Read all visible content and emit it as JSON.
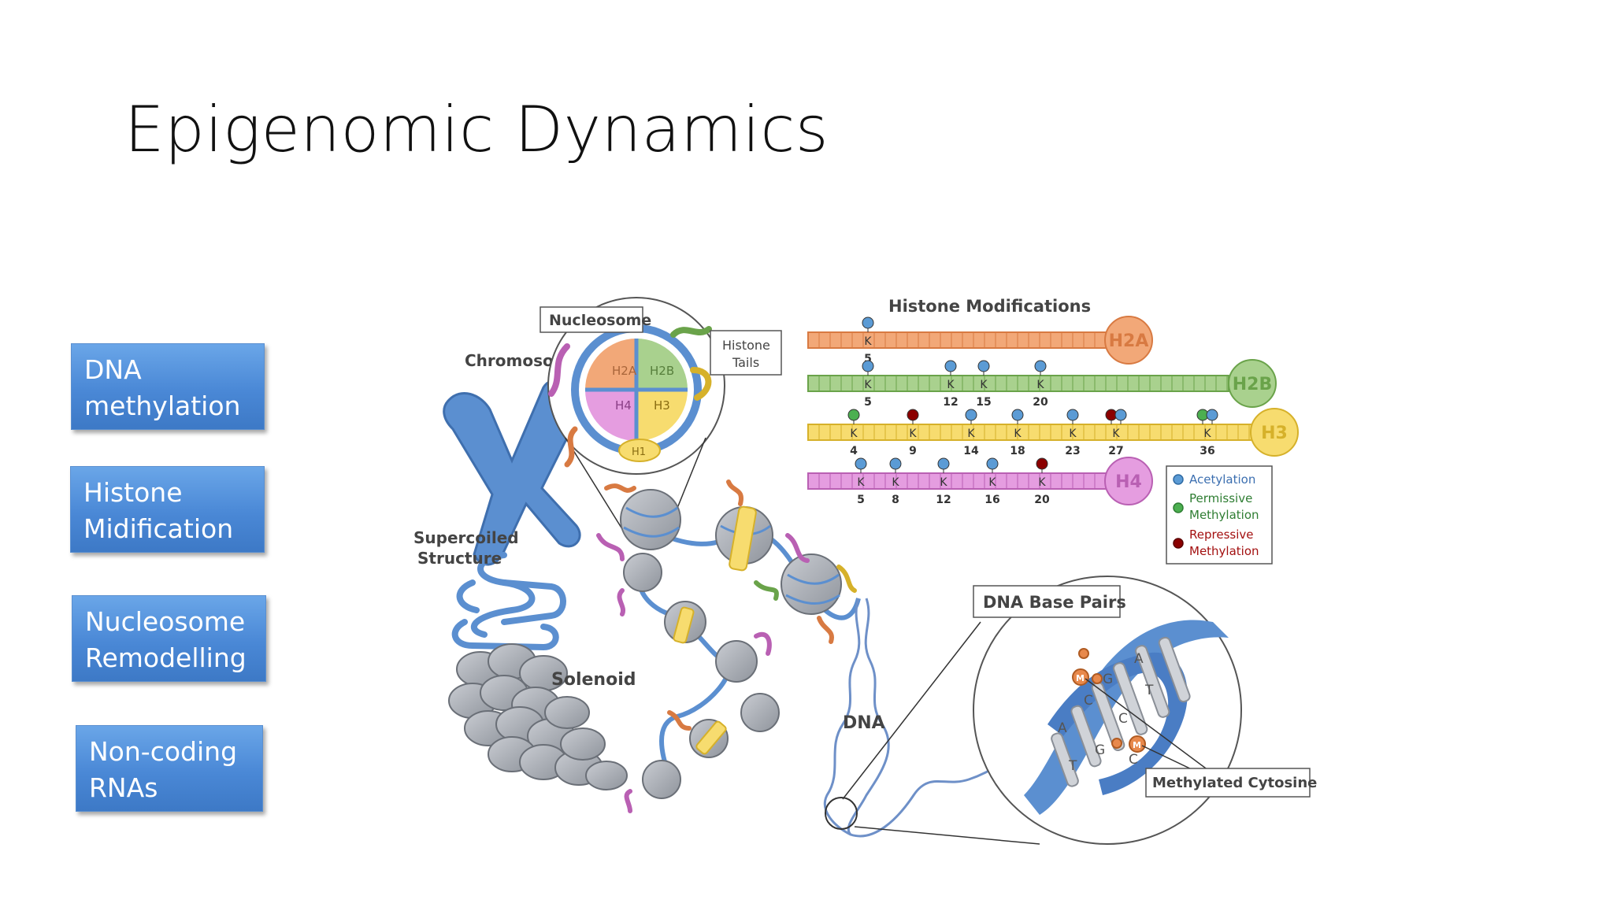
{
  "slide": {
    "title": "Epigenomic Dynamics",
    "accent_color": "#4a88d6"
  },
  "sidebar": {
    "items": [
      {
        "line1": "DNA",
        "line2": "methylation"
      },
      {
        "line1": "Histone",
        "line2": "Midification"
      },
      {
        "line1": "Nucleosome",
        "line2": "Remodelling"
      },
      {
        "line1": "Non-coding",
        "line2": "RNAs"
      }
    ]
  },
  "diagram": {
    "labels": {
      "chromosome": "Chromosome",
      "supercoiled_line1": "Supercoiled",
      "supercoiled_line2": "Structure",
      "solenoid": "Solenoid",
      "dna": "DNA",
      "nucleosome": "Nucleosome",
      "histone_tails_line1": "Histone",
      "histone_tails_line2": "Tails",
      "dna_base_pairs": "DNA Base Pairs",
      "methylated_cytosine": "Methylated Cytosine",
      "histone_modifications": "Histone Modifications"
    },
    "core": {
      "h2a": "H2A",
      "h2b": "H2B",
      "h4": "H4",
      "h3": "H3",
      "h1": "H1"
    },
    "histones": [
      {
        "name": "H2A",
        "color": "#f2a878",
        "dark": "#d87a42",
        "positions": [
          "5"
        ]
      },
      {
        "name": "H2B",
        "color": "#a9d18e",
        "dark": "#6aa34a",
        "positions": [
          "5",
          "12",
          "15",
          "20"
        ]
      },
      {
        "name": "H3",
        "color": "#f7dc6f",
        "dark": "#d6b12a",
        "positions": [
          "4",
          "9",
          "14",
          "18",
          "23",
          "27",
          "36"
        ]
      },
      {
        "name": "H4",
        "color": "#e59de0",
        "dark": "#b960b3",
        "positions": [
          "5",
          "8",
          "12",
          "16",
          "20"
        ]
      }
    ],
    "residue_letter": "K",
    "legend": {
      "acetylation": "Acetylation",
      "permissive_line1": "Permissive",
      "permissive_line2": "Methylation",
      "repressive_line1": "Repressive",
      "repressive_line2": "Methylation",
      "acetylation_color": "#5b9bd5",
      "permissive_color": "#4caf50",
      "repressive_color": "#8b0000"
    },
    "bases": {
      "b1": "A",
      "b2": "G",
      "b3": "C",
      "b4": "T",
      "b5": "A",
      "b6": "C",
      "b7": "G",
      "b8": "T",
      "b9": "C",
      "methyl_mark": "M"
    }
  }
}
